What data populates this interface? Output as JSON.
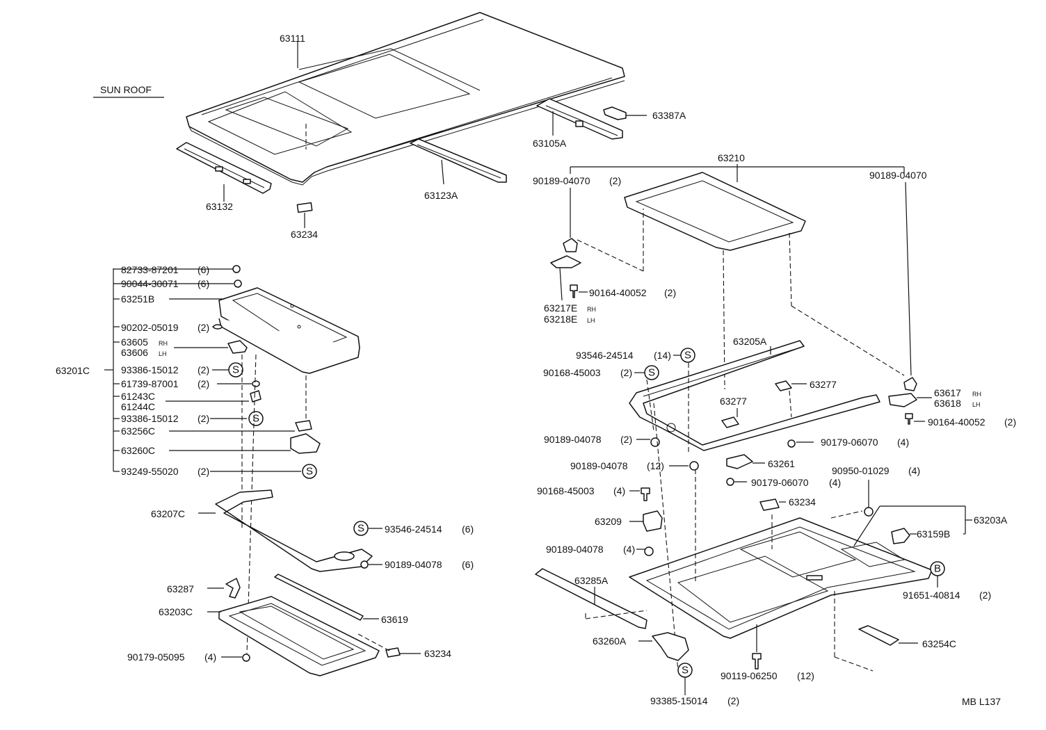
{
  "title": "SUN ROOF",
  "code": "MB L137",
  "symbols": {
    "s": "S",
    "b": "B"
  },
  "labels": {
    "p63111": "63111",
    "p63132": "63132",
    "p63234_top": "63234",
    "p63123A": "63123A",
    "p63105A": "63105A",
    "p63387A": "63387A",
    "p63210": "63210",
    "p90189_04070_l": "90189-04070",
    "p90189_04070_l_q": "(2)",
    "p90189_04070_r": "90189-04070",
    "p90164_40052_a": "90164-40052",
    "p90164_40052_a_q": "(2)",
    "p63217E": "63217E",
    "p63217E_s": "RH",
    "p63218E": "63218E",
    "p63218E_s": "LH",
    "p82733": "82733-87201",
    "p82733_q": "(6)",
    "p90044": "90044-30071",
    "p90044_q": "(6)",
    "p63251B": "63251B",
    "p90202": "90202-05019",
    "p90202_q": "(2)",
    "p63605": "63605",
    "p63605_s": "RH",
    "p63606": "63606",
    "p63606_s": "LH",
    "p63201C": "63201C",
    "p93386_a": "93386-15012",
    "p93386_a_q": "(2)",
    "p61739": "61739-87001",
    "p61739_q": "(2)",
    "p61243C": "61243C",
    "p61244C": "61244C",
    "p93386_b": "93386-15012",
    "p93386_b_q": "(2)",
    "p63256C": "63256C",
    "p63260C": "63260C",
    "p93249": "93249-55020",
    "p93249_q": "(2)",
    "p63207C": "63207C",
    "p93546_l": "93546-24514",
    "p93546_l_q": "(6)",
    "p90189_04078_l": "90189-04078",
    "p90189_04078_l_q": "(6)",
    "p63287": "63287",
    "p63619": "63619",
    "p63203C": "63203C",
    "p63234_bl": "63234",
    "p90179_05095": "90179-05095",
    "p90179_05095_q": "(4)",
    "p93546_r": "93546-24514",
    "p93546_r_q": "(14)",
    "p63205A": "63205A",
    "p90168_a": "90168-45003",
    "p90168_a_q": "(2)",
    "p63277_a": "63277",
    "p63277_b": "63277",
    "p63617": "63617",
    "p63617_s": "RH",
    "p63618": "63618",
    "p63618_s": "LH",
    "p90164_40052_b": "90164-40052",
    "p90164_40052_b_q": "(2)",
    "p90189_04078_a": "90189-04078",
    "p90189_04078_a_q": "(2)",
    "p90179_06070_a": "90179-06070",
    "p90179_06070_a_q": "(4)",
    "p90189_04078_b": "90189-04078",
    "p90189_04078_b_q": "(12)",
    "p63261": "63261",
    "p90179_06070_b": "90179-06070",
    "p90179_06070_b_q": "(4)",
    "p90950": "90950-01029",
    "p90950_q": "(4)",
    "p90168_b": "90168-45003",
    "p90168_b_q": "(4)",
    "p63234_r": "63234",
    "p63203A": "63203A",
    "p63209": "63209",
    "p63159B": "63159B",
    "p90189_04078_c": "90189-04078",
    "p90189_04078_c_q": "(4)",
    "p91651": "91651-40814",
    "p91651_q": "(2)",
    "p63285A": "63285A",
    "p63260A": "63260A",
    "p63254C": "63254C",
    "p90119": "90119-06250",
    "p90119_q": "(12)",
    "p93385": "93385-15014",
    "p93385_q": "(2)"
  }
}
